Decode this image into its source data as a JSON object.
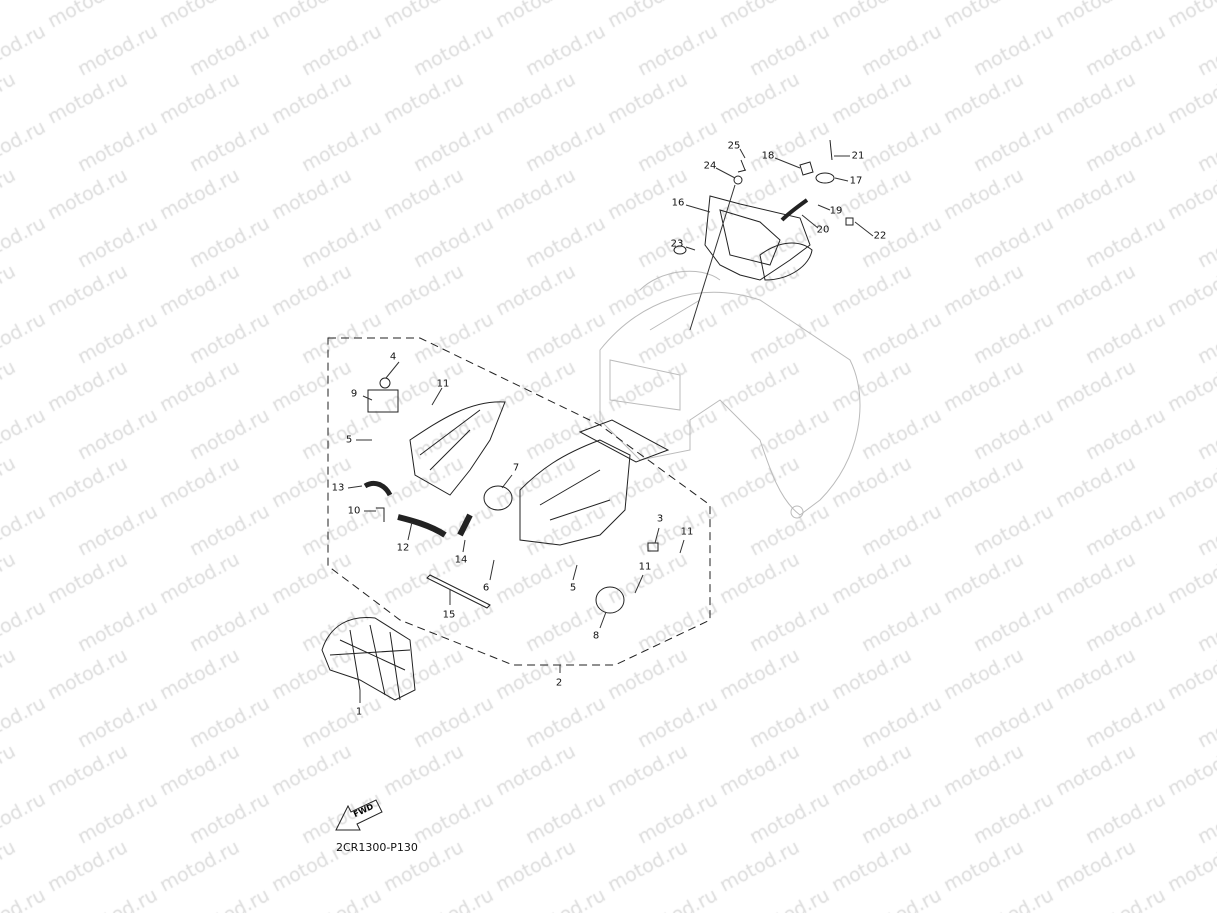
{
  "watermark": "motod.ru",
  "diagram_code": "2CR1300-P130",
  "fwd_label": "FWD",
  "callouts": [
    "25",
    "24",
    "18",
    "21",
    "17",
    "19",
    "20",
    "16",
    "23",
    "22",
    "4",
    "9",
    "11",
    "5",
    "13",
    "10",
    "12",
    "7",
    "14",
    "6",
    "5",
    "3",
    "11",
    "11",
    "8",
    "15",
    "2",
    "1"
  ]
}
